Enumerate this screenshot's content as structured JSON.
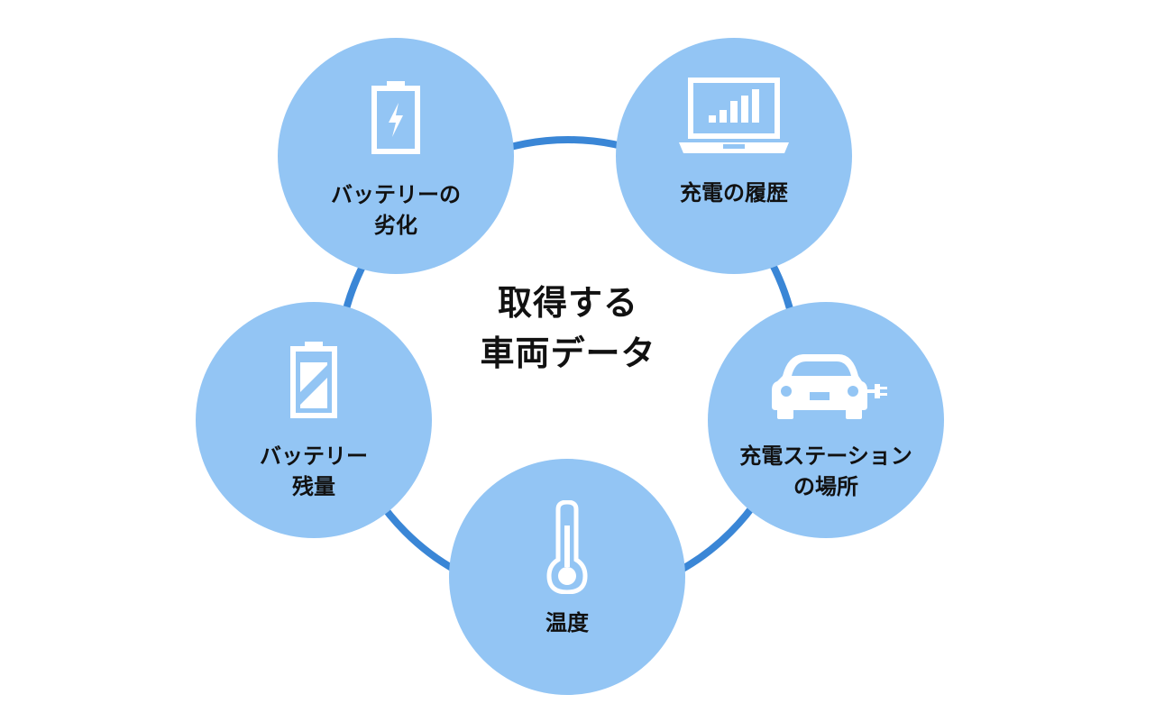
{
  "center": {
    "line1": "取得する",
    "line2": "車両データ"
  },
  "nodes": [
    {
      "id": "battery-degradation",
      "icon": "battery-charging-icon",
      "line1": "バッテリーの",
      "line2": "劣化"
    },
    {
      "id": "charging-history",
      "icon": "laptop-chart-icon",
      "line1": "充電の履歴"
    },
    {
      "id": "charging-station-location",
      "icon": "electric-car-icon",
      "line1": "充電ステーション",
      "line2": "の場所"
    },
    {
      "id": "temperature",
      "icon": "thermometer-icon",
      "line1": "温度"
    },
    {
      "id": "battery-remaining",
      "icon": "battery-level-icon",
      "line1": "バッテリー",
      "line2": "残量"
    }
  ],
  "colors": {
    "node_fill": "#93c5f4",
    "ring": "#3a86d6",
    "icon": "#ffffff",
    "text": "#111111"
  }
}
